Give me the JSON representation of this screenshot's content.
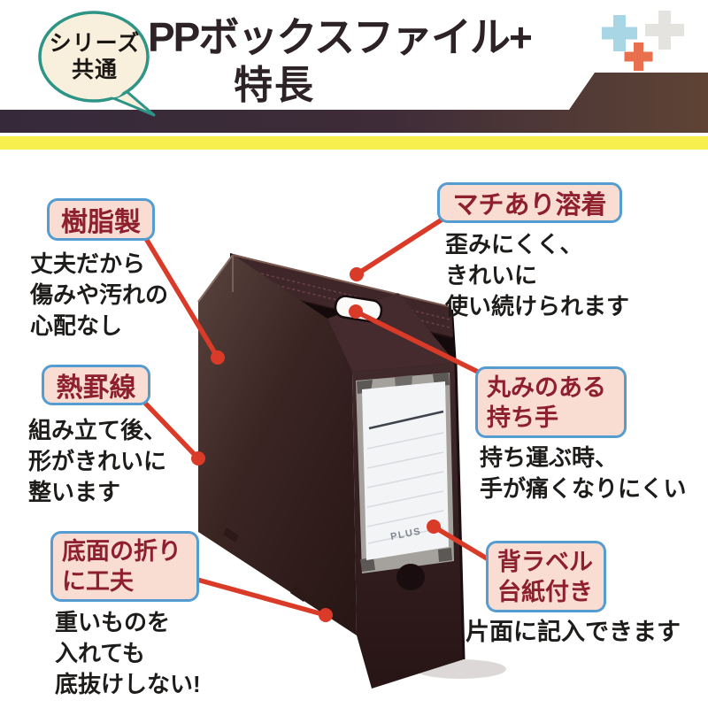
{
  "header": {
    "series_badge": [
      "シリーズ",
      "共通"
    ],
    "title": "PPボックスファイル+",
    "subtitle": "特長"
  },
  "decor": {
    "plus_blue": "#a9d6e5",
    "plus_gray": "#e5e3e0",
    "plus_orange": "#e9704f",
    "band_left_color": "#362a3a",
    "band_right_color": "#5f4435",
    "stripe_yellow": "#f6ef4d",
    "callout_red": "#da3a28",
    "tag_background": "#f9ddd2",
    "tag_border_blue": "#559dd1",
    "tag_text_red": "#8e1f2d",
    "bubble_teal": "#2e9486",
    "bubble_cream": "#f8efdc"
  },
  "product": {
    "logo": "PLUS",
    "body_color": "#3a2523"
  },
  "features": [
    {
      "id": "resin",
      "label": [
        "樹脂製"
      ],
      "desc": [
        "丈夫だから",
        "傷みや汚れの",
        "心配なし"
      ]
    },
    {
      "id": "gusset",
      "label": [
        "マチあり溶着"
      ],
      "desc": [
        "歪みにくく、",
        "きれいに",
        "使い続けられます"
      ]
    },
    {
      "id": "heatline",
      "label": [
        "熱罫線"
      ],
      "desc": [
        "組み立て後、",
        "形がきれいに",
        "整います"
      ]
    },
    {
      "id": "handle",
      "label": [
        "丸みのある",
        "持ち手"
      ],
      "desc": [
        "持ち運ぶ時、",
        "手が痛くなりにくい"
      ]
    },
    {
      "id": "bottom",
      "label": [
        "底面の折り",
        "に工夫"
      ],
      "desc": [
        "重いものを",
        "入れても",
        "底抜けしない!"
      ]
    },
    {
      "id": "spine",
      "label": [
        "背ラベル",
        "台紙付き"
      ],
      "desc": [
        "片面に記入できます"
      ]
    }
  ]
}
